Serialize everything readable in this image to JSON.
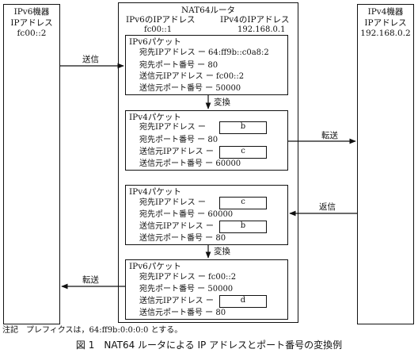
{
  "ipv6_device": {
    "title": "IPv6機器",
    "addr_label": "IPアドレス",
    "addr": "fc00::2"
  },
  "ipv4_device": {
    "title": "IPv4機器",
    "addr_label": "IPアドレス",
    "addr": "192.168.0.2"
  },
  "router": {
    "title": "NAT64ルータ",
    "ipv6_addr_label": "IPv6のIPアドレス",
    "ipv6_addr": "fc00::1",
    "ipv4_addr_label": "IPv4のIPアドレス",
    "ipv4_addr": "192.168.0.1"
  },
  "packets": [
    {
      "title": "IPv6パケット",
      "fields": [
        {
          "label": "宛先IPアドレス ー 64:ff9b::c0a8:2",
          "blank": ""
        },
        {
          "label": "宛先ポート番号 ー 80",
          "blank": ""
        },
        {
          "label": "送信元IPアドレス ー fc00::2",
          "blank": ""
        },
        {
          "label": "送信元ポート番号 ー 50000",
          "blank": ""
        }
      ]
    },
    {
      "title": "IPv4パケット",
      "fields": [
        {
          "label": "宛先IPアドレス ー",
          "blank": "b"
        },
        {
          "label": "宛先ポート番号 ー 80",
          "blank": ""
        },
        {
          "label": "送信元IPアドレス ー",
          "blank": "c"
        },
        {
          "label": "送信元ポート番号 ー 60000",
          "blank": ""
        }
      ]
    },
    {
      "title": "IPv4パケット",
      "fields": [
        {
          "label": "宛先IPアドレス ー",
          "blank": "c"
        },
        {
          "label": "宛先ポート番号 ー 60000",
          "blank": ""
        },
        {
          "label": "送信元IPアドレス ー",
          "blank": "b"
        },
        {
          "label": "送信元ポート番号 ー 80",
          "blank": ""
        }
      ]
    },
    {
      "title": "IPv6パケット",
      "fields": [
        {
          "label": "宛先IPアドレス ー fc00::2",
          "blank": ""
        },
        {
          "label": "宛先ポート番号 ー 50000",
          "blank": ""
        },
        {
          "label": "送信元IPアドレス ー",
          "blank": "d"
        },
        {
          "label": "送信元ポート番号 ー 80",
          "blank": ""
        }
      ]
    }
  ],
  "arrows": {
    "send": "送信",
    "convert1": "変換",
    "forward1": "転送",
    "reply": "返信",
    "convert2": "変換",
    "forward2": "転送"
  },
  "note": "注記　プレフィクスは，64:ff9b:0:0:0:0 とする。",
  "caption": "図 1　NAT64 ルータによる IP アドレスとポート番号の変換例"
}
